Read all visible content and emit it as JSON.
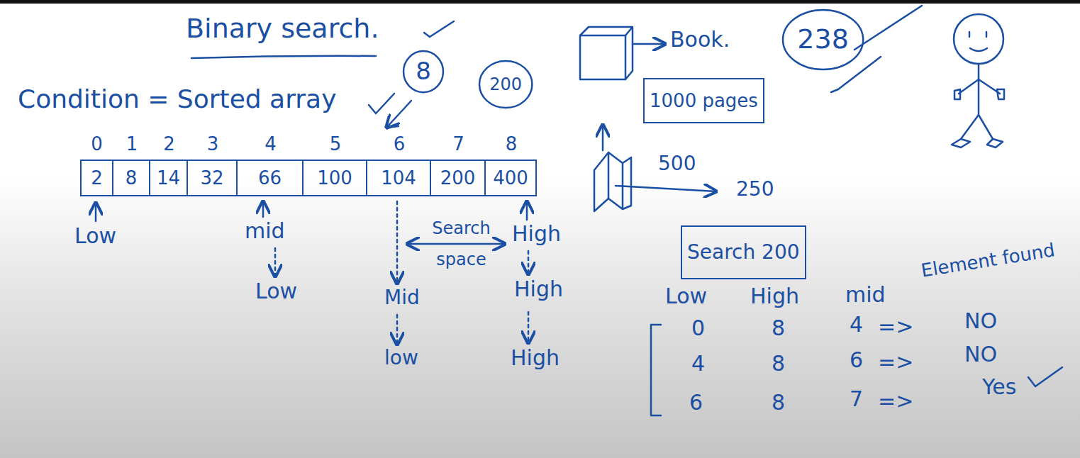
{
  "diagram": {
    "title": "Binary search.",
    "nodes": [
      {
        "text": [
          "8"
        ]
      },
      {
        "text": [
          "200"
        ]
      },
      {
        "text": [
          "238"
        ]
      },
      {
        "text": [
          "1000 pages"
        ]
      },
      {
        "text": [
          "2"
        ]
      },
      {
        "text": [
          "8"
        ]
      },
      {
        "text": [
          "14"
        ]
      },
      {
        "text": [
          "32"
        ]
      },
      {
        "text": [
          "66"
        ]
      },
      {
        "text": [
          "100"
        ]
      },
      {
        "text": [
          "104"
        ]
      },
      {
        "text": [
          "200"
        ]
      },
      {
        "text": [
          "400"
        ]
      },
      {
        "text": [
          "Search 200"
        ]
      }
    ],
    "labels": [
      "Condition = Sorted array",
      "0",
      "1",
      "2",
      "3",
      "4",
      "5",
      "6",
      "7",
      "8",
      "Book.",
      "500",
      "250",
      "Low",
      "mid",
      "Search space",
      "High",
      "Low",
      "Mid",
      "High",
      "low",
      "High",
      "Low",
      "High",
      "mid",
      "Element found",
      "0",
      "8",
      "4",
      "=>",
      "NO",
      "4",
      "8",
      "6",
      "=>",
      "NO",
      "6",
      "8",
      "7",
      "=>",
      "Yes"
    ]
  }
}
